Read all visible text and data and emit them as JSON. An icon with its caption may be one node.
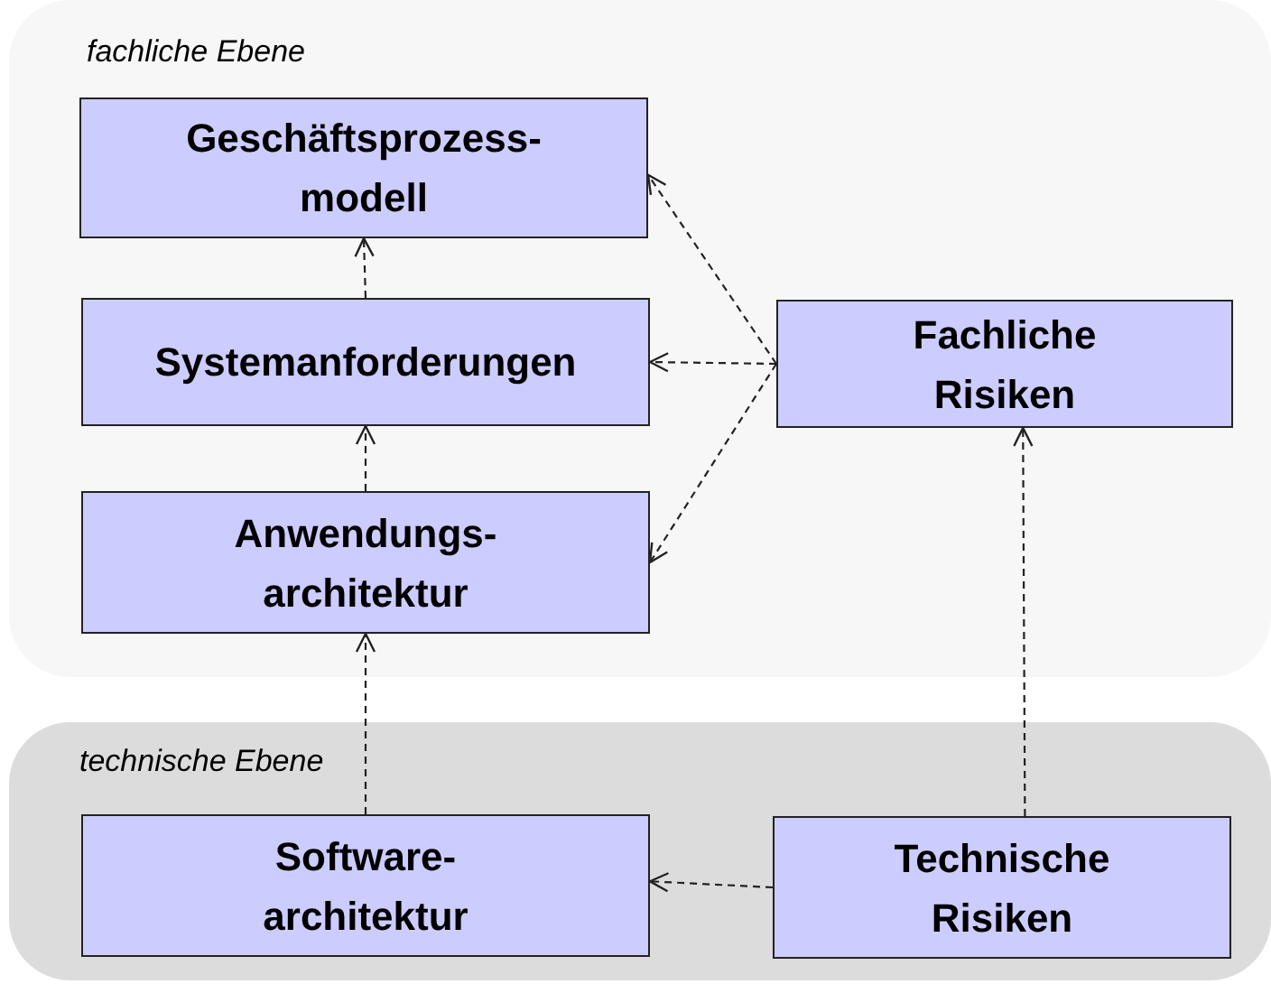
{
  "diagram": {
    "nodes": [
      {
        "text": [
          "fachliche Ebene"
        ]
      },
      {
        "text": [
          "Geschäftsprozess- modell"
        ],
        "in": 0
      },
      {
        "text": [
          "Systemanforderungen"
        ],
        "in": 0
      },
      {
        "text": [
          "Anwendungs- architektur"
        ],
        "in": 0
      },
      {
        "text": [
          "Fachliche Risiken"
        ],
        "in": 0
      },
      {
        "text": [
          "technische Ebene"
        ]
      },
      {
        "text": [
          "Software- architektur"
        ],
        "in": 5
      },
      {
        "text": [
          "Technische Risiken"
        ],
        "in": 5
      }
    ],
    "edges": [
      {
        "from": 2,
        "to": 1,
        "arrow": "to",
        "style": "dashed"
      },
      {
        "from": 3,
        "to": 2,
        "arrow": "to",
        "style": "dashed"
      },
      {
        "from": 6,
        "to": 3,
        "arrow": "to",
        "style": "dashed"
      },
      {
        "from": 4,
        "to": 1,
        "arrow": "to",
        "style": "dashed"
      },
      {
        "from": 4,
        "to": 2,
        "arrow": "to",
        "style": "dashed"
      },
      {
        "from": 4,
        "to": 3,
        "arrow": "to",
        "style": "dashed"
      },
      {
        "from": 7,
        "to": 6,
        "arrow": "to",
        "style": "dashed"
      },
      {
        "from": 7,
        "to": 4,
        "arrow": "to",
        "style": "dashed"
      }
    ]
  }
}
